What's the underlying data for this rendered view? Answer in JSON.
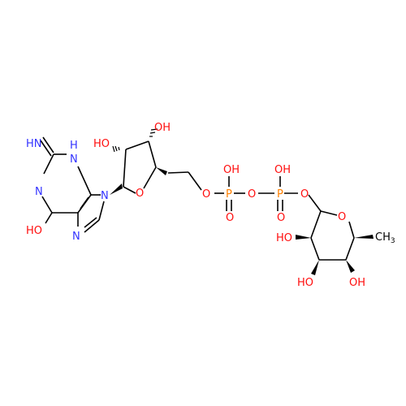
{
  "colors": {
    "bond": "#000000",
    "carbon": "#000000",
    "nitrogen": "#3333ff",
    "oxygen": "#ff0d0d",
    "phosphorus": "#ff8000"
  },
  "atoms": {
    "imine_nh": "HN",
    "ring_nh_h": "H",
    "ring_nh_n": "N",
    "n_left": "N",
    "oh_purine": "HO",
    "n7": "N",
    "n9": "N",
    "ho_ribose_2": "HO",
    "oh_ribose_3": "OH",
    "o_ribose_ring": "O",
    "o_bridge_1": "O",
    "p1": "P",
    "p1_oh": "OH",
    "p1_o": "O",
    "o_bridge_2": "O",
    "p2": "P",
    "p2_oh": "OH",
    "p2_o": "O",
    "o_glyco": "O",
    "o_sugar_ring": "O",
    "methyl": "CH",
    "methyl_sub": "3",
    "ho_sugar_2": "HO",
    "ho_sugar_3": "HO",
    "oh_sugar_4": "OH"
  }
}
